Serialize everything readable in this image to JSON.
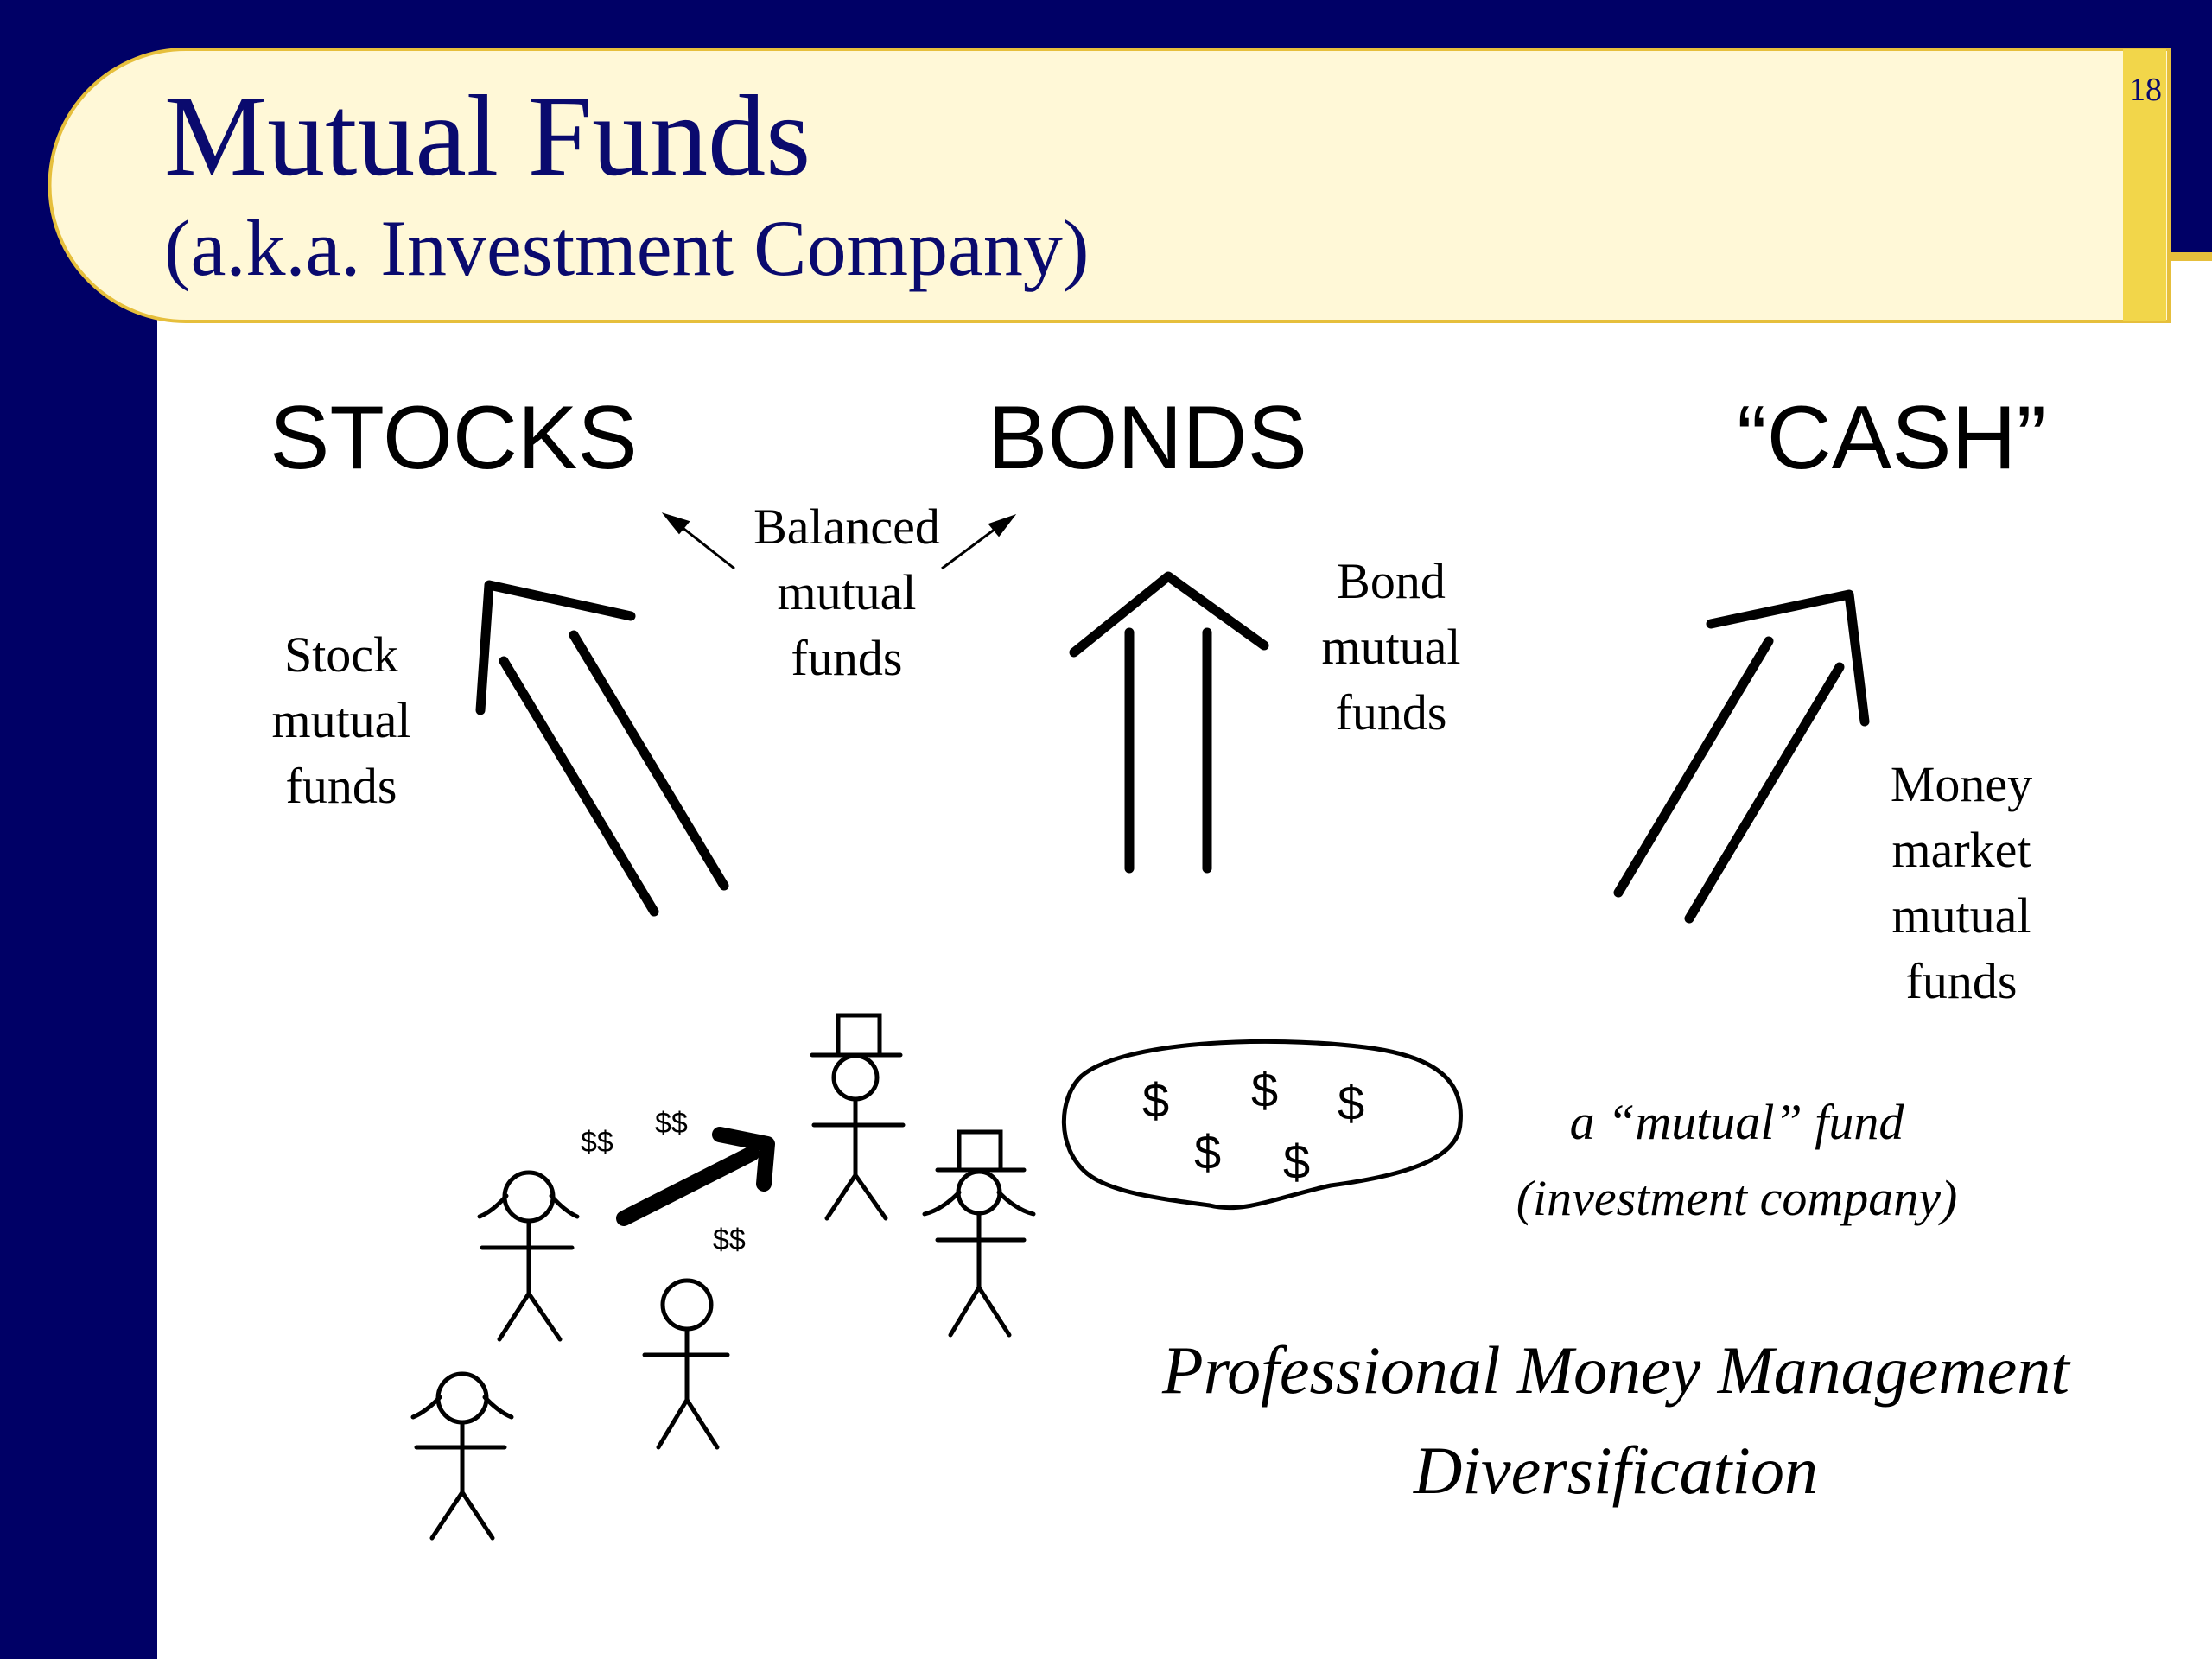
{
  "slide": {
    "title": "Mutual Funds",
    "subtitle": "(a.k.a. Investment Company)",
    "page_number": "18",
    "colors": {
      "navy_background": "#000066",
      "title_banner_fill": "#fff8d7",
      "title_banner_border": "#e6bf3c",
      "title_text": "#0a0a6e",
      "accent_gold": "#f2d64a"
    }
  },
  "categories": {
    "stocks": "STOCKS",
    "bonds": "BONDS",
    "cash": "“CASH”"
  },
  "fund_labels": {
    "balanced": [
      "Balanced",
      "mutual",
      "funds"
    ],
    "stock": [
      "Stock",
      "mutual",
      "funds"
    ],
    "bond": [
      "Bond",
      "mutual",
      "funds"
    ],
    "money_market": [
      "Money",
      "market",
      "mutual",
      "funds"
    ]
  },
  "money_labels": [
    "$$",
    "$$",
    "$$"
  ],
  "pool_symbols": [
    "$",
    "$",
    "$",
    "$",
    "$"
  ],
  "pool_caption": {
    "line1": "a “mutual” fund",
    "line2": "(investment company)"
  },
  "benefits": [
    "Professional Money Management",
    "Diversification"
  ],
  "icons": [
    "arrow-to-stocks-icon",
    "arrow-to-bonds-icon",
    "arrow-to-cash-icon",
    "balanced-arrow-icon",
    "stick-figure-icon",
    "top-hat-icon",
    "money-pool-icon",
    "thick-arrow-icon"
  ]
}
